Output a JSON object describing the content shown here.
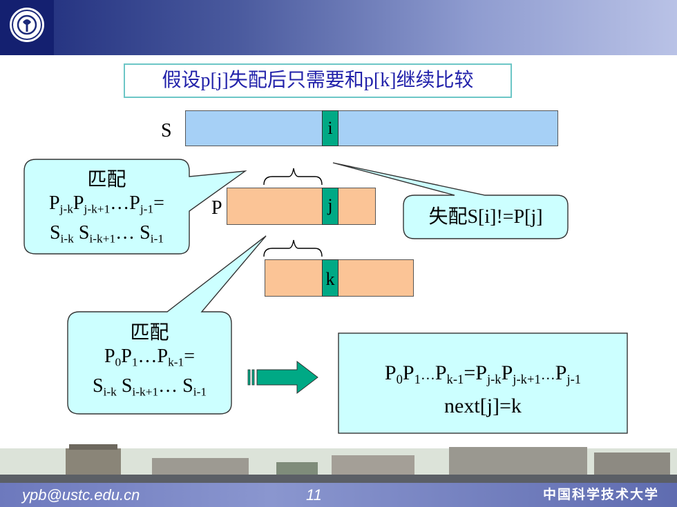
{
  "header": {
    "logo_icon": "ustc-emblem-icon"
  },
  "title": "假设p[j]失配后只需要和p[k]继续比较",
  "strips": {
    "s_label": "S",
    "i_label": "i",
    "p_label": "P",
    "j_label": "j",
    "k_label": "k"
  },
  "callouts": {
    "top_left": {
      "heading": "匹配",
      "line1": {
        "a": "P",
        "a_sub": "j-k",
        "b": "P",
        "b_sub": "j-k+1",
        "dots": "…",
        "c": "P",
        "c_sub": "j-1",
        "eq": "="
      },
      "line2": {
        "a": "S",
        "a_sub": "i-k",
        "b": " S",
        "b_sub": "i-k+1",
        "dots": "… ",
        "c": "S",
        "c_sub": "i-1"
      }
    },
    "mismatch": "失配S[i]!=P[j]",
    "bottom_left": {
      "heading": "匹配",
      "line1": {
        "a": "P",
        "a_sub": "0",
        "b": "P",
        "b_sub": "1",
        "dots": "…",
        "c": "P",
        "c_sub": "k-1",
        "eq": "="
      },
      "line2": {
        "a": "S",
        "a_sub": "i-k",
        "b": " S",
        "b_sub": "i-k+1",
        "dots": "… ",
        "c": "S",
        "c_sub": "i-1"
      }
    }
  },
  "result": {
    "p0": "P",
    "p0_sub": "0",
    "p1": "P",
    "p1_sub": "1",
    "d1": "…",
    "pk": "P",
    "pk_sub": "k-1",
    "eq": "=",
    "pjk": "P",
    "pjk_sub": "j-k",
    "pjk1": "P",
    "pjk1_sub": "j-k+1",
    "d2": "…",
    "pj1": "P",
    "pj1_sub": "j-1",
    "next": "next[j]=k"
  },
  "footer": {
    "email": "ypb@ustc.edu.cn",
    "page": "11",
    "school": "中国科学技术大学"
  },
  "colors": {
    "s_strip": "#a6d0f6",
    "p_strip": "#fbc496",
    "marker": "#00a985",
    "callout_fill": "#ccffff",
    "title_text": "#2222aa"
  }
}
